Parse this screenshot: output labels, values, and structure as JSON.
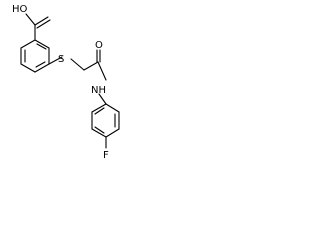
{
  "molecule": {
    "labels": {
      "carboxyl": "HO",
      "carbonyl_o": "O",
      "sulfur": "S",
      "amide_n": "NH",
      "fluorine": "F"
    },
    "colors": {
      "bond": "#000000",
      "label": "#000000",
      "background": "#ffffff"
    }
  }
}
